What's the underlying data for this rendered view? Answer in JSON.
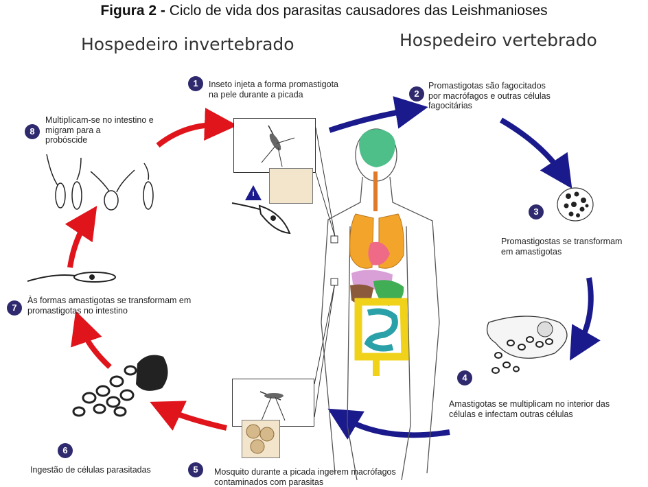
{
  "figure": {
    "label": "Figura 2 -",
    "title": "Ciclo de vida dos parasitas causadores das Leishmanioses"
  },
  "hosts": {
    "invertebrate": "Hospedeiro invertebrado",
    "vertebrate": "Hospedeiro vertebrado"
  },
  "stages": [
    {
      "num": "1",
      "text": "Inseto injeta a forma promastigota\nna pele durante a picada"
    },
    {
      "num": "2",
      "text": "Promastigotas são fagocitados\npor macrófagos e outras células\n  fagocitárias"
    },
    {
      "num": "3",
      "text": "Promastigostas se transformam\nem amastigotas"
    },
    {
      "num": "4",
      "text": "Amastigotas se multiplicam no interior das\ncélulas e infectam outras células"
    },
    {
      "num": "5",
      "text": "Mosquito durante a picada ingerem macrófagos\ncontaminados com parasitas"
    },
    {
      "num": "6",
      "text": "Ingestão de células parasitadas"
    },
    {
      "num": "7",
      "text": "Às formas amastigotas se transformam em\npromastigotas no intestino"
    },
    {
      "num": "8",
      "text": "Multiplicam-se no intestino e\nmigram para a\nprobóscide"
    }
  ],
  "info_marker": "i",
  "colors": {
    "vertebrate_arrows": "#1a1a8c",
    "invertebrate_arrows": "#e0141b",
    "stage_badge": "#2f2a6e"
  }
}
